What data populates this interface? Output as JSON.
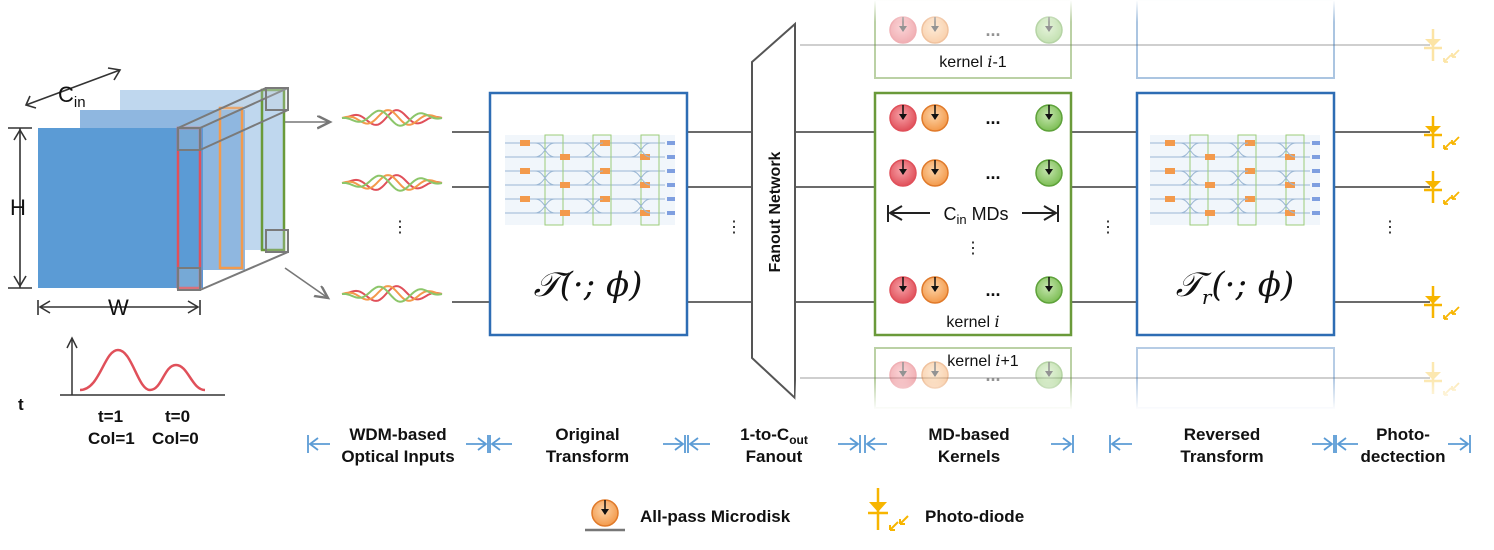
{
  "input_tensor": {
    "channels_label": "C",
    "channels_sub": "in",
    "height_label": "H",
    "width_label": "W"
  },
  "time_plot": {
    "axis_label": "t",
    "peak1_t": "t=1",
    "peak1_col": "Col=1",
    "peak2_t": "t=0",
    "peak2_col": "Col=0"
  },
  "dots": "⋮",
  "transform": {
    "label": "𝒯(·; ϕ)"
  },
  "fanout": {
    "label": "Fanout Network"
  },
  "kernels": {
    "prev_label": "kernel i-1",
    "main_label": "kernel i",
    "next_label": "kernel i+1",
    "md_dots": "...",
    "md_count_prefix": "C",
    "md_count_sub": "in",
    "md_count_suffix": " MDs"
  },
  "reversed_transform": {
    "label": "𝒯",
    "label_sub": "r",
    "label_args": "(·; ϕ)"
  },
  "stages": [
    {
      "line1": "WDM-based",
      "line2": "Optical Inputs"
    },
    {
      "line1": "Original",
      "line2": "Transform"
    },
    {
      "line1": "1-to-C",
      "line1_sub": "out",
      "line2": "Fanout"
    },
    {
      "line1": "MD-based",
      "line2": "Kernels"
    },
    {
      "line1": "Reversed",
      "line2": "Transform"
    },
    {
      "line1": "Photo-",
      "line2": "dectection"
    }
  ],
  "legend": {
    "microdisk": "All-pass Microdisk",
    "photodiode": "Photo-diode"
  },
  "colors": {
    "blue": "#2E6DB4",
    "green": "#6A9A3A",
    "red": "#E0505A",
    "orange": "#F39A4C",
    "light_green": "#8CC66A",
    "yellow": "#F7B500",
    "arrow_blue": "#5B9BD5"
  }
}
